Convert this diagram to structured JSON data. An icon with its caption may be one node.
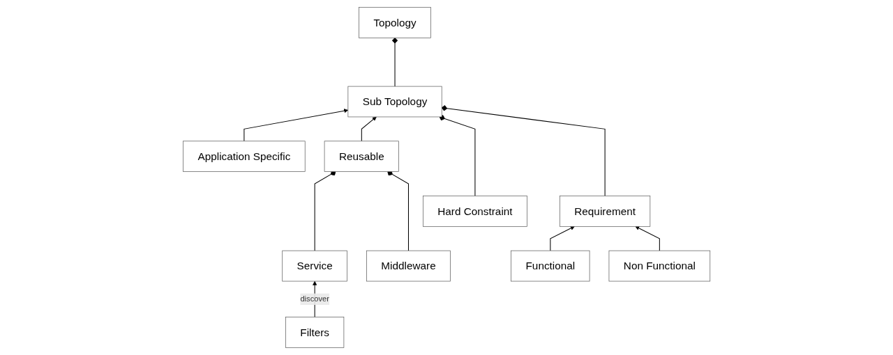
{
  "diagram": {
    "nodes": [
      {
        "text": [
          "Topology"
        ]
      },
      {
        "text": [
          "Sub Topology"
        ]
      },
      {
        "text": [
          "Application Specific"
        ]
      },
      {
        "text": [
          "Reusable"
        ]
      },
      {
        "text": [
          "Filters"
        ]
      },
      {
        "text": [
          "Service"
        ]
      },
      {
        "text": [
          "Hard Constraint"
        ]
      },
      {
        "text": [
          "Requirement"
        ]
      },
      {
        "text": [
          "Middleware"
        ]
      },
      {
        "text": [
          "Functional"
        ]
      },
      {
        "text": [
          "Non Functional"
        ]
      }
    ],
    "edges": [
      {
        "from": 1,
        "to": 0,
        "arrow": "other"
      },
      {
        "from": 2,
        "to": 1,
        "arrow": "to"
      },
      {
        "from": 3,
        "to": 1,
        "arrow": "to"
      },
      {
        "from": 6,
        "to": 1,
        "arrow": "other"
      },
      {
        "from": 7,
        "to": 1,
        "arrow": "other"
      },
      {
        "from": 5,
        "to": 3,
        "arrow": "other"
      },
      {
        "from": 8,
        "to": 3,
        "arrow": "other"
      },
      {
        "from": 4,
        "to": 5,
        "arrow": "to",
        "label": "discover"
      },
      {
        "from": 9,
        "to": 7,
        "arrow": "to"
      },
      {
        "from": 10,
        "to": 7,
        "arrow": "to"
      }
    ]
  }
}
